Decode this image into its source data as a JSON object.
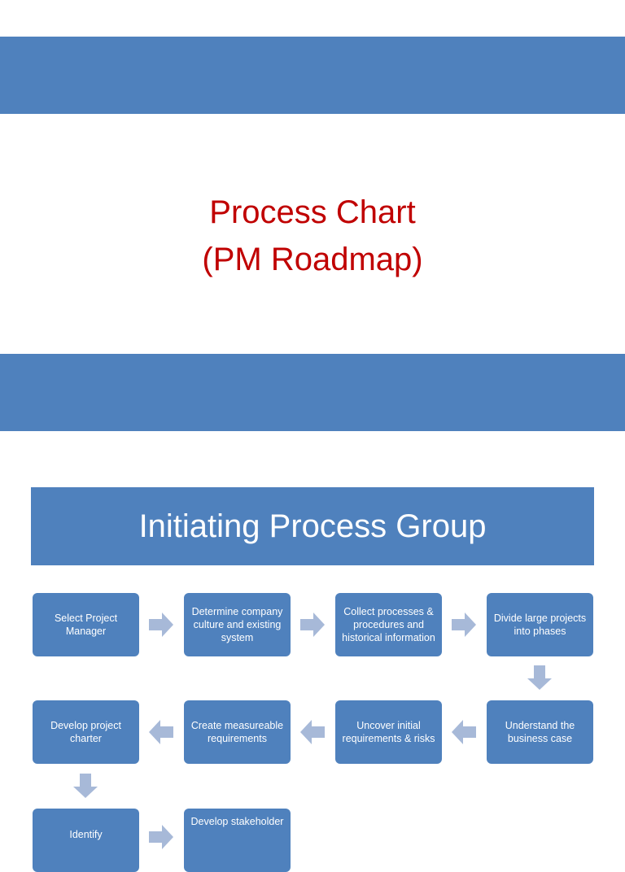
{
  "title_slide": {
    "line1": "Process Chart",
    "line2": "(PM Roadmap)"
  },
  "section": {
    "heading": "Initiating Process Group"
  },
  "steps": [
    "Select Project Manager",
    "Determine company culture and existing system",
    "Collect processes & procedures and historical information",
    "Divide large projects into phases",
    "Understand the business case",
    "Uncover initial requirements & risks",
    "Create measureable requirements",
    "Develop project charter",
    "Identify",
    "Develop stakeholder"
  ],
  "colors": {
    "band": "#4f81bd",
    "title": "#c00000",
    "arrow": "#a7b9d8"
  }
}
